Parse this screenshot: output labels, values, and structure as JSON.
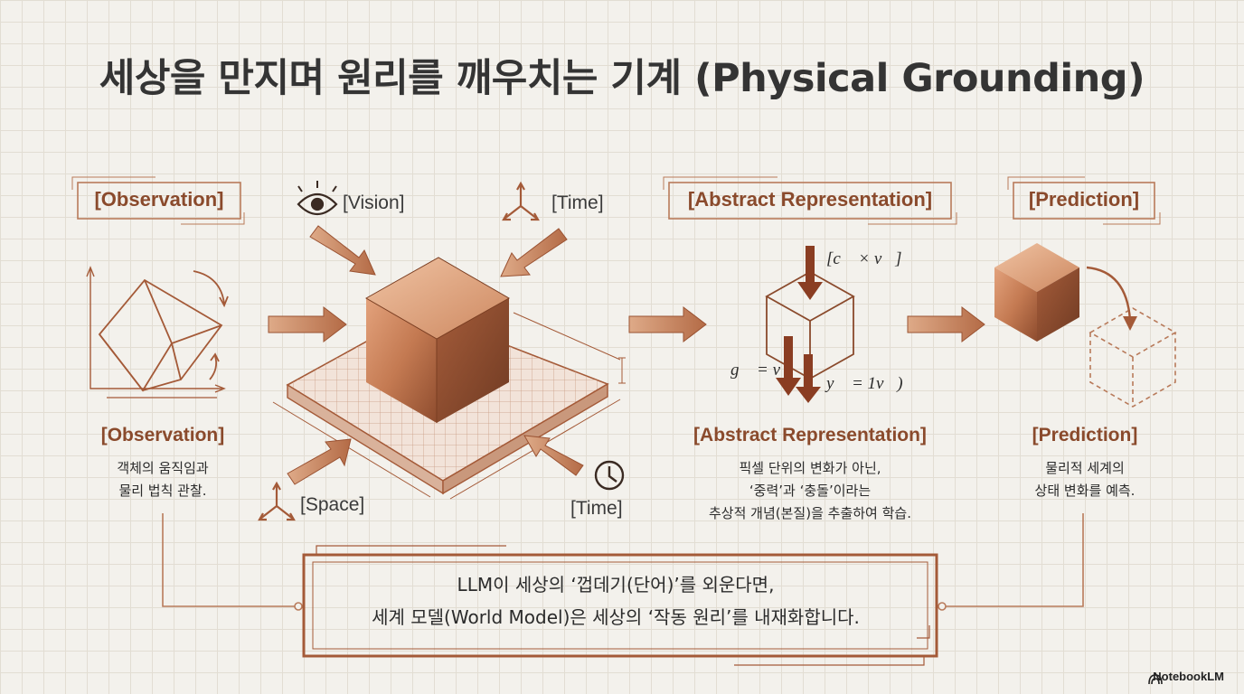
{
  "title": "세상을 만지며 원리를 깨우치는 기계 (Physical Grounding)",
  "tags": {
    "observation": "[Observation]",
    "abstract": "[Abstract Representation]",
    "prediction": "[Prediction]"
  },
  "sensors": {
    "vision": "[Vision]",
    "time_top": "[Time]",
    "space": "[Space]",
    "time_bottom": "[Time]"
  },
  "equations": {
    "cross": "[c⃗ × v⃗]",
    "gravity": "g⃗ = v⃗",
    "y": "y⃗ = 1v⃗)"
  },
  "sections": {
    "observation": {
      "heading": "[Observation]",
      "lines": [
        "객체의 움직임과",
        "물리 법칙 관찰."
      ]
    },
    "abstract": {
      "heading": "[Abstract Representation]",
      "lines": [
        "픽셀 단위의 변화가 아닌,",
        "‘중력’과 ‘충돌’이라는",
        "추상적 개념(본질)을 추출하여 학습."
      ]
    },
    "prediction": {
      "heading": "[Prediction]",
      "lines": [
        "물리적 세계의",
        "상태 변화를 예측."
      ]
    }
  },
  "bottom_message": {
    "line1": "LLM이 세상의 ‘껍데기(단어)’를 외운다면,",
    "line2": "세계 모델(World Model)은 세상의 ‘작동 원리’를 내재화합니다."
  },
  "brand": "NotebookLM",
  "colors": {
    "copper": "#b86f4c",
    "copper_dark": "#8a4a2c",
    "background": "#f3f1ec"
  }
}
